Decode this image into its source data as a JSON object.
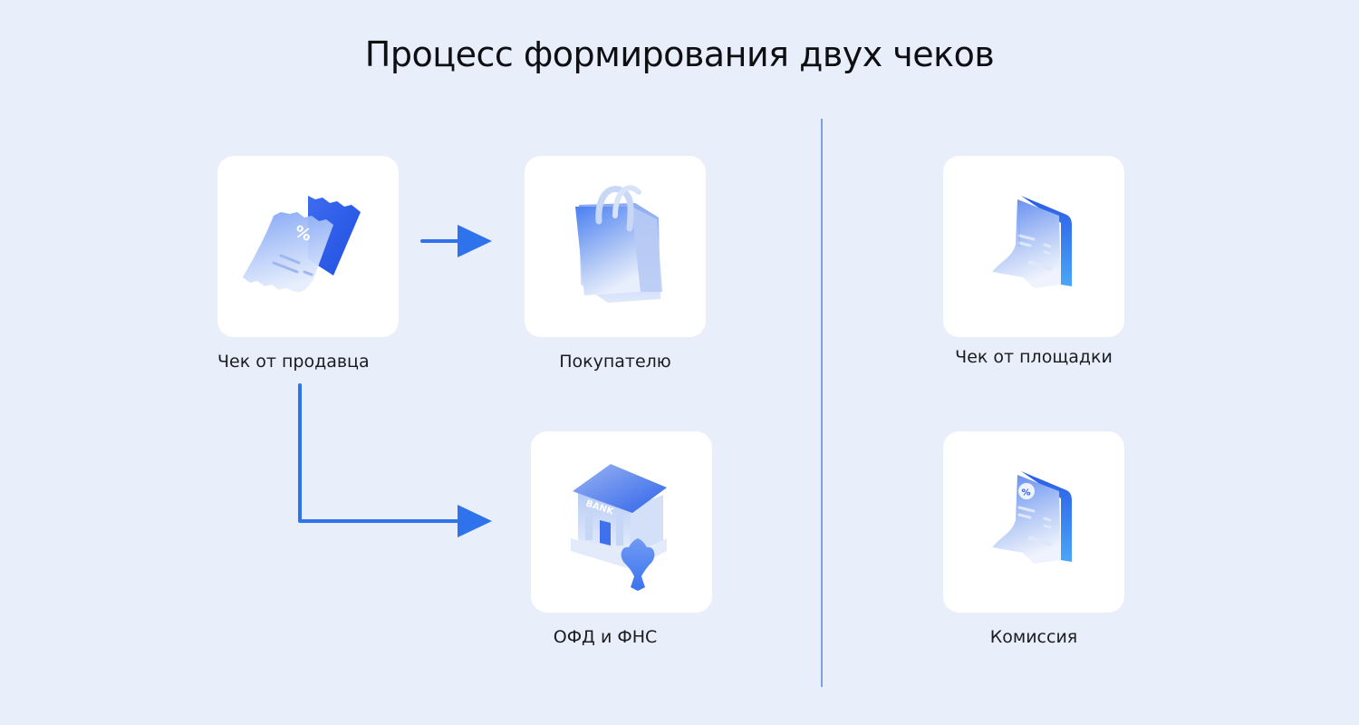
{
  "title": "Процесс формирования двух чеков",
  "colors": {
    "background": "#e8eefa",
    "card": "#ffffff",
    "accent": "#2f73ec",
    "divider": "#7da0e4",
    "text": "#111418"
  },
  "left_section": {
    "nodes": [
      {
        "id": "seller_receipt",
        "label": "Чек от продавца",
        "icon": "receipt-percent-icon"
      },
      {
        "id": "buyer",
        "label": "Покупателю",
        "icon": "shopping-bag-icon"
      },
      {
        "id": "ofd_fns",
        "label": "ОФД и ФНС",
        "icon": "bank-eagle-icon",
        "icon_text": "BANK"
      }
    ],
    "edges": [
      {
        "from": "seller_receipt",
        "to": "buyer",
        "style": "straight-arrow"
      },
      {
        "from": "seller_receipt",
        "to": "ofd_fns",
        "style": "elbow-arrow"
      }
    ]
  },
  "right_section": {
    "nodes": [
      {
        "id": "platform_receipt",
        "label": "Чек от площадки",
        "icon": "receipt-document-icon"
      },
      {
        "id": "commission",
        "label": "Комиссия",
        "icon": "receipt-commission-icon",
        "badge": "%"
      }
    ]
  }
}
